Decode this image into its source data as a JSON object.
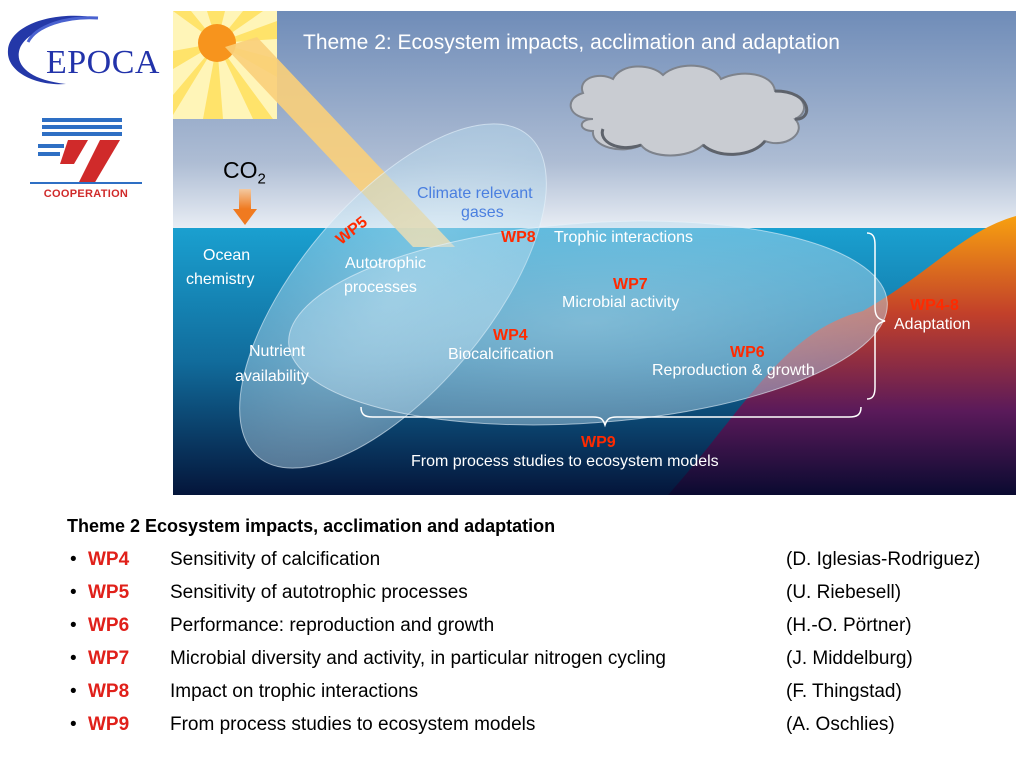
{
  "logos": {
    "epoca_text": "EPOCA",
    "fp7_text": "COOPERATION"
  },
  "scene": {
    "title": "Theme 2: Ecosystem impacts, acclimation and adaptation",
    "co2_main": "CO",
    "co2_sub": "2",
    "climate_gases_line1": "Climate relevant",
    "climate_gases_line2": "gases",
    "ocean_chemistry_line1": "Ocean",
    "ocean_chemistry_line2": "chemistry",
    "nutrient_line1": "Nutrient",
    "nutrient_line2": "availability",
    "wp5_label": "WP5",
    "autotrophic_line1": "Autotrophic",
    "autotrophic_line2": "processes",
    "wp8_label": "WP8",
    "trophic": "Trophic interactions",
    "wp7_label": "WP7",
    "microbial": "Microbial activity",
    "wp4_label": "WP4",
    "biocalc": "Biocalcification",
    "wp6_label": "WP6",
    "reproduction": "Reproduction & growth",
    "wp48_label": "WP4-8",
    "adaptation": "Adaptation",
    "wp9_label": "WP9",
    "models": "From process studies to ecosystem models"
  },
  "list": {
    "heading": "Theme 2  Ecosystem impacts, acclimation and adaptation",
    "bullet": "•",
    "items": [
      {
        "code": "WP4",
        "desc": "Sensitivity of calcification",
        "author": "(D. Iglesias-Rodriguez)"
      },
      {
        "code": "WP5",
        "desc": "Sensitivity of autotrophic processes",
        "author": "(U. Riebesell)"
      },
      {
        "code": "WP6",
        "desc": "Performance: reproduction and growth",
        "author": "(H.-O. Pörtner)"
      },
      {
        "code": "WP7",
        "desc": "Microbial diversity and activity, in particular nitrogen cycling",
        "author": "(J. Middelburg)"
      },
      {
        "code": "WP8",
        "desc": "Impact on trophic interactions",
        "author": "(F. Thingstad)"
      },
      {
        "code": "WP9",
        "desc": "From process studies to ecosystem models",
        "author": "(A. Oschlies)"
      }
    ]
  },
  "colors": {
    "accent_red": "#e0201a",
    "sky": "#8ea7c9",
    "ocean": "#1a8fc0",
    "sun": "#f7941d"
  }
}
